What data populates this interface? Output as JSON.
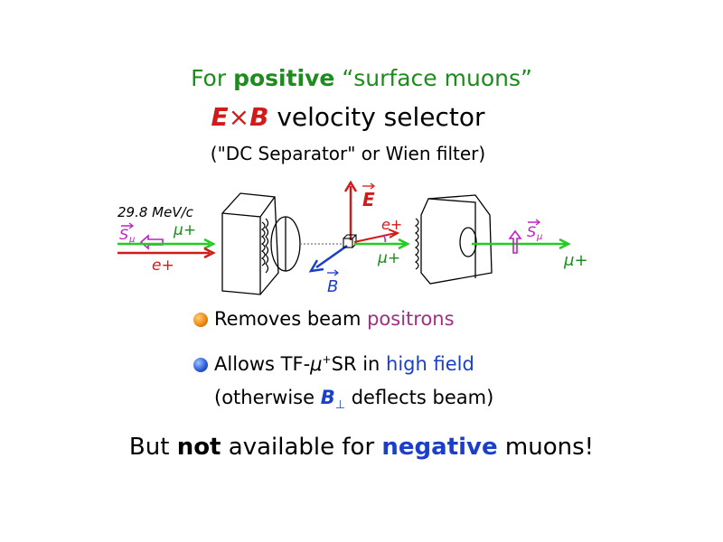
{
  "title": {
    "prefix": "For ",
    "emphasis": "positive",
    "suffix": " “surface muons”"
  },
  "subtitle": {
    "e": "E",
    "times": "×",
    "b": "B",
    "text": " velocity selector"
  },
  "note": "(\"DC Separator\" or Wien filter)",
  "diagram": {
    "momentum_label": "29.8 MeV/c",
    "spin_label": "S",
    "spin_sub": "μ",
    "mu_plus": "μ+",
    "e_plus": "e+",
    "e_field": "E",
    "b_field": "B",
    "colors": {
      "green": "#22cc22",
      "red": "#d11a1a",
      "magenta": "#c020c0",
      "blue": "#1b3fc8"
    }
  },
  "bullets": [
    {
      "text_before": "Removes beam ",
      "highlight": "positrons"
    },
    {
      "text_before": "Allows TF-",
      "mu": "μ",
      "sup": "+",
      "text_mid": "SR in ",
      "highlight": "high field",
      "line2_before": "(otherwise ",
      "bperp_b": "B",
      "bperp_sub": "⊥",
      "line2_after": " deflects beam)"
    }
  ],
  "final": {
    "before": "But ",
    "bold": "not",
    "mid": " available for ",
    "highlight": "negative",
    "after": " muons!"
  }
}
